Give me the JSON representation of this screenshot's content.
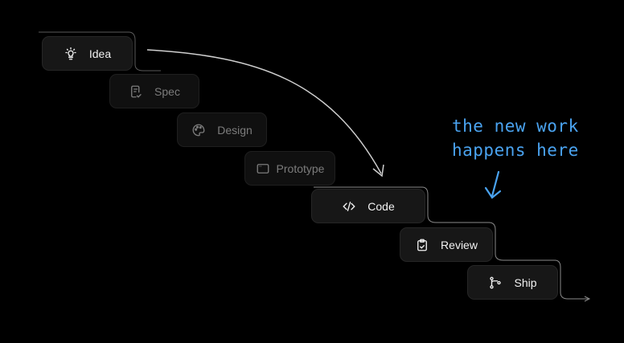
{
  "steps": [
    {
      "label": "Idea",
      "icon": "lightbulb-icon",
      "state": "active"
    },
    {
      "label": "Spec",
      "icon": "document-check-icon",
      "state": "dim"
    },
    {
      "label": "Design",
      "icon": "palette-icon",
      "state": "dim"
    },
    {
      "label": "Prototype",
      "icon": "browser-window-icon",
      "state": "dim"
    },
    {
      "label": "Code",
      "icon": "code-icon",
      "state": "active"
    },
    {
      "label": "Review",
      "icon": "clipboard-check-icon",
      "state": "active"
    },
    {
      "label": "Ship",
      "icon": "git-branch-icon",
      "state": "active"
    }
  ],
  "annotation": {
    "line1": "the new work",
    "line2": "happens here"
  },
  "colors": {
    "background": "#000000",
    "annotation": "#4aa3f0",
    "line": "#bdbdbd"
  }
}
